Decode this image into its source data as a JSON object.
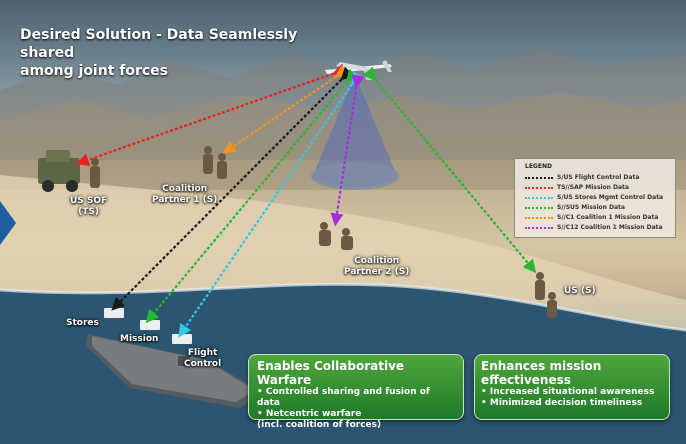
{
  "title": {
    "line1": "Desired Solution - Data Seamlessly shared",
    "line2": "among joint forces"
  },
  "labels": {
    "us_sof": {
      "line1": "US SOF",
      "line2": "(TS)"
    },
    "coalition1": {
      "line1": "Coalition",
      "line2": "Partner 1 (S)"
    },
    "coalition2": {
      "line1": "Coalition",
      "line2": "Partner 2 (S)"
    },
    "us_s": "US (S)",
    "stores": "Stores",
    "mission": "Mission",
    "flight_control": {
      "line1": "Flight",
      "line2": "Control"
    }
  },
  "legend": {
    "title": "LEGEND",
    "items": [
      {
        "label": "S/US Flight Control Data",
        "color": "#1a1a1a"
      },
      {
        "label": "TS//SAP Mission Data",
        "color": "#e8231e"
      },
      {
        "label": "S/US Stores Mgmt Control Data",
        "color": "#2ec9e6"
      },
      {
        "label": "S//SUS Mission Data",
        "color": "#25b832"
      },
      {
        "label": "S//C1 Coalition 1 Mission Data",
        "color": "#f39220"
      },
      {
        "label": "S//C12 Coalition 1 Mission Data",
        "color": "#a42ed9"
      }
    ]
  },
  "box1": {
    "title": "Enables Collaborative Warfare",
    "lines": [
      "• Controlled sharing and fusion of data",
      "• Netcentric warfare",
      "(incl. coalition of forces)"
    ]
  },
  "box2": {
    "title": "Enhances mission effectiveness",
    "lines": [
      "• Increased situational awareness",
      "• Minimized decision timeliness"
    ]
  },
  "colors": {
    "box_green": "#2f8f2f",
    "arrow_blue": "#1f5e9e"
  }
}
